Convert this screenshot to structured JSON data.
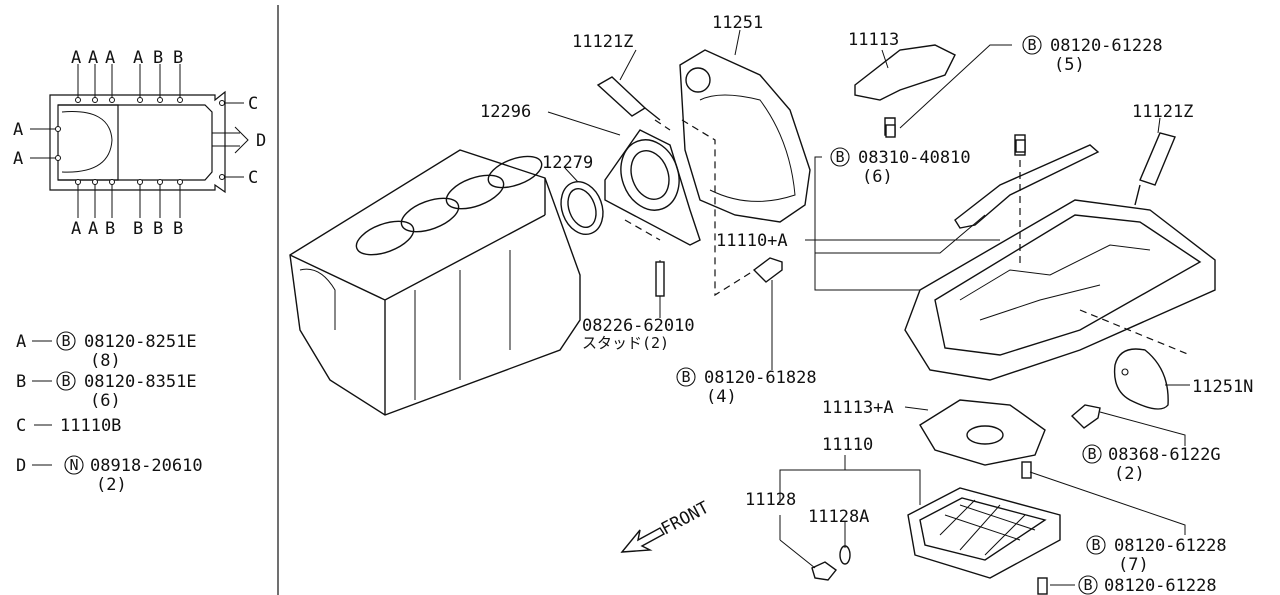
{
  "legend": {
    "a": {
      "key": "A",
      "mark": "B",
      "part": "08120-8251E",
      "qty": "(8)"
    },
    "b": {
      "key": "B",
      "mark": "B",
      "part": "08120-8351E",
      "qty": "(6)"
    },
    "c": {
      "key": "C",
      "part": "11110B"
    },
    "d": {
      "key": "D",
      "mark": "N",
      "part": "08918-20610",
      "qty": "(2)"
    }
  },
  "gasket_map": {
    "top": [
      "A",
      "A",
      "A",
      "A",
      "B",
      "B"
    ],
    "bottom": [
      "A",
      "A",
      "B",
      "B",
      "B",
      "B"
    ],
    "left": [
      "A",
      "A"
    ],
    "right": [
      "C",
      "D",
      "C"
    ]
  },
  "parts": {
    "p11121z_a": "11121Z",
    "p11251": "11251",
    "p11113": "11113",
    "p12296": "12296",
    "p12279": "12279",
    "p08120_61228_a": {
      "mark": "B",
      "part": "08120-61228",
      "qty": "(5)"
    },
    "p08310_40810": {
      "mark": "B",
      "part": "08310-40810",
      "qty": "(6)"
    },
    "p11121z_b": "11121Z",
    "p11110a": "11110+A",
    "p08226_62010": "08226-62010",
    "p08226_note": "スタッド(2)",
    "p08120_61828": {
      "mark": "B",
      "part": "08120-61828",
      "qty": "(4)"
    },
    "p11251n": "11251N",
    "p11113a": "11113+A",
    "p11110": "11110",
    "p08368_6122g": {
      "mark": "B",
      "part": "08368-6122G",
      "qty": "(2)"
    },
    "p11128": "11128",
    "p11128a": "11128A",
    "front": "FRONT",
    "p08120_61228_b": {
      "mark": "B",
      "part": "08120-61228",
      "qty": "(7)"
    },
    "p08120_61228_c": {
      "mark": "B",
      "part": "08120-61228"
    }
  }
}
